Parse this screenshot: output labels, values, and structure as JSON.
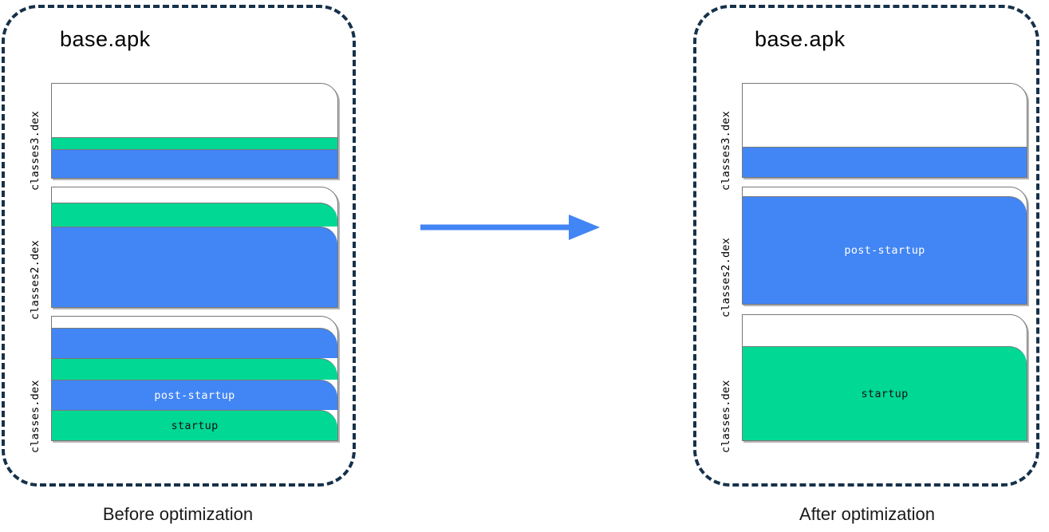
{
  "diagram": {
    "title": "APK dex layout before and after startup profile optimization",
    "colors": {
      "startup": "#00d894",
      "post_startup": "#4285f4",
      "unused": "#ffffff",
      "panel_border": "#16314a",
      "arrow": "#4285f4",
      "box_border": "#777777"
    },
    "arrow_icon": "right-arrow-icon"
  },
  "panels": [
    {
      "id": "before",
      "apk_name": "base.apk",
      "caption": "Before optimization",
      "dex_files": [
        {
          "label": "classes3.dex",
          "segments": [
            {
              "kind": "unused",
              "label": ""
            },
            {
              "kind": "startup",
              "label": ""
            },
            {
              "kind": "post-startup",
              "label": ""
            }
          ]
        },
        {
          "label": "classes2.dex",
          "segments": [
            {
              "kind": "unused",
              "label": ""
            },
            {
              "kind": "startup",
              "label": ""
            },
            {
              "kind": "post-startup",
              "label": ""
            }
          ]
        },
        {
          "label": "classes.dex",
          "segments": [
            {
              "kind": "unused",
              "label": ""
            },
            {
              "kind": "post-startup",
              "label": ""
            },
            {
              "kind": "startup",
              "label": ""
            },
            {
              "kind": "post-startup",
              "label": "post-startup"
            },
            {
              "kind": "startup",
              "label": "startup"
            }
          ]
        }
      ]
    },
    {
      "id": "after",
      "apk_name": "base.apk",
      "caption": "After optimization",
      "dex_files": [
        {
          "label": "classes3.dex",
          "segments": [
            {
              "kind": "unused",
              "label": ""
            },
            {
              "kind": "post-startup",
              "label": ""
            }
          ]
        },
        {
          "label": "classes2.dex",
          "segments": [
            {
              "kind": "unused",
              "label": ""
            },
            {
              "kind": "post-startup",
              "label": "post-startup"
            }
          ]
        },
        {
          "label": "classes.dex",
          "segments": [
            {
              "kind": "unused",
              "label": ""
            },
            {
              "kind": "startup",
              "label": "startup"
            }
          ]
        }
      ]
    }
  ]
}
